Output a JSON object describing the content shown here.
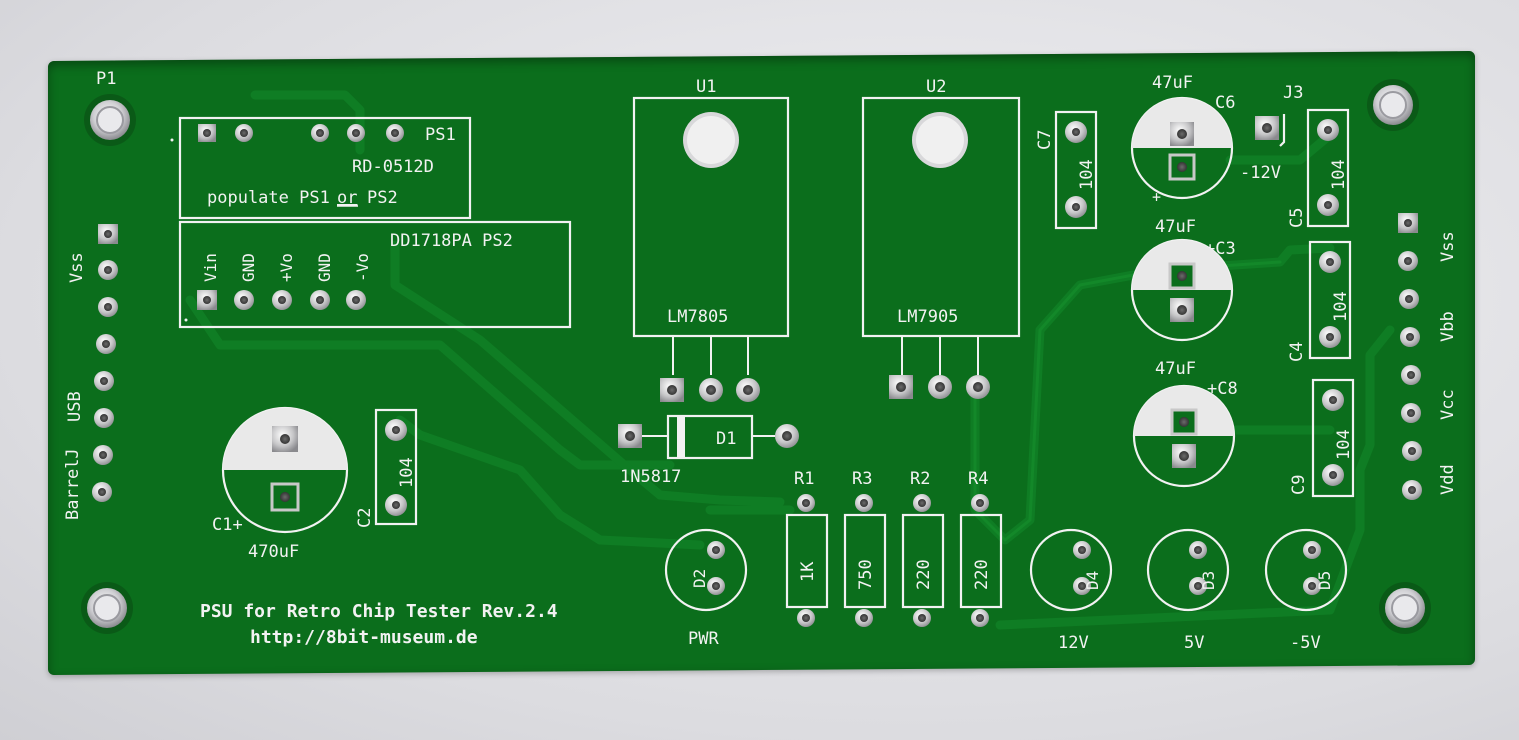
{
  "board": {
    "title_line1": "PSU for Retro Chip Tester Rev.2.4",
    "title_line2": "http://8bit-museum.de"
  },
  "labels": {
    "p1": "P1",
    "ps1": "PS1",
    "rd": "RD-0512D",
    "populate_a": "populate PS1",
    "populate_or": "or",
    "populate_b": "PS2",
    "dd": "DD1718PA PS2",
    "vin": "Vin",
    "gnd1": "GND",
    "vop": "+Vo",
    "gnd2": "GND",
    "von": "-Vo",
    "vss_l": "Vss",
    "usb": "USB",
    "barrelj": "BarrelJ",
    "c1": "C1+",
    "c1_val": "470uF",
    "c2": "C2",
    "c2_val": "104",
    "u1": "U1",
    "u1_val": "LM7805",
    "u2": "U2",
    "u2_val": "LM7905",
    "d1": "D1",
    "d1_val": "1N5817",
    "c7": "C7",
    "c7_val": "104",
    "c6": "C6",
    "c6_val": "47uF",
    "j3": "J3",
    "m12": "-12V",
    "c5": "C5",
    "c5_val": "104",
    "c3": "+C3",
    "c3_val": "47uF",
    "c4": "C4",
    "c4_val": "104",
    "c8": "+C8",
    "c8_val": "47uF",
    "c9": "C9",
    "c9_val": "104",
    "vss_r": "Vss",
    "vbb": "Vbb",
    "vcc": "Vcc",
    "vdd": "Vdd",
    "r1": "R1",
    "r1_val": "1K",
    "r3": "R3",
    "r3_val": "750",
    "r2": "R2",
    "r2_val": "220",
    "r4": "R4",
    "r4_val": "220",
    "d2": "D2",
    "pwr": "PWR",
    "d4": "D4",
    "v12": "12V",
    "d3": "D3",
    "v5": "5V",
    "d5": "D5",
    "vm5": "-5V"
  },
  "colors": {
    "pcb": "#0b6e1c",
    "silkscreen": "#f2f2f2",
    "pad": "#c8c8c8"
  }
}
